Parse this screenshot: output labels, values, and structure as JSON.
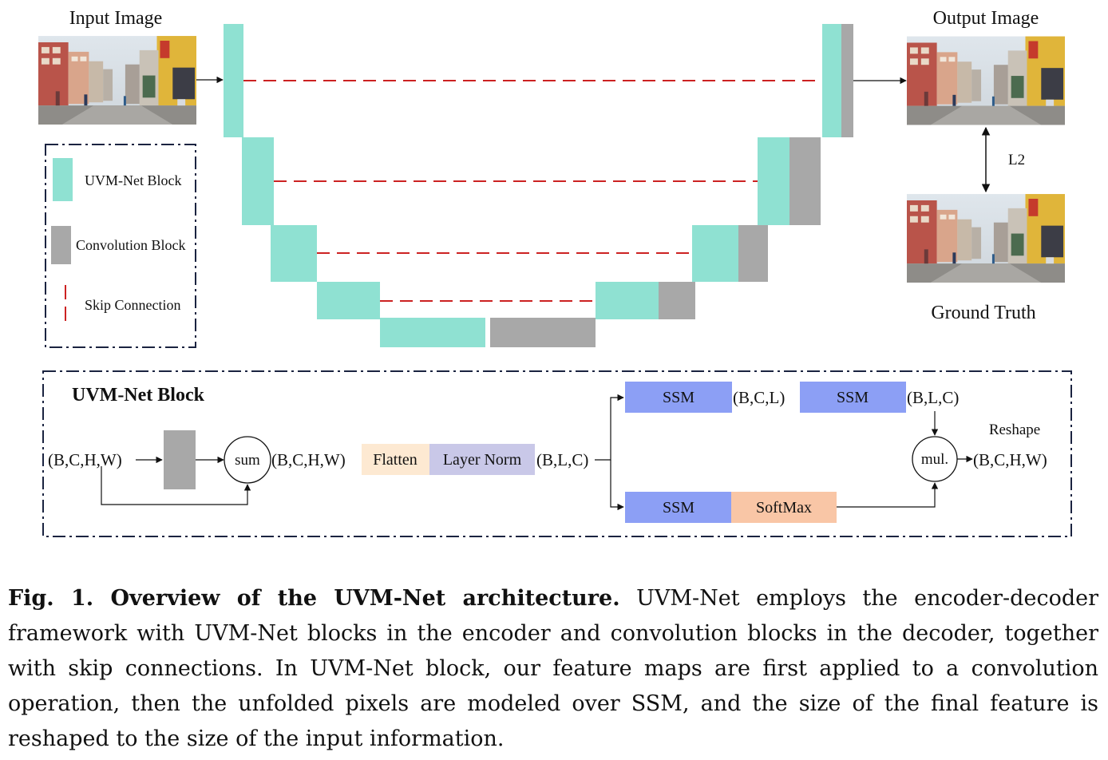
{
  "colors": {
    "uvm_block": "#8fe1d2",
    "conv_block": "#a8a8a8",
    "skip": "#cc2222",
    "ssm": "#8c9ff5",
    "softmax": "#f9c6a6",
    "flatten": "#fde9d2",
    "layernorm": "#c9c8e8",
    "border": "#1a2340"
  },
  "top": {
    "input_label": "Input Image",
    "output_label": "Output Image",
    "ground_truth_label": "Ground Truth",
    "loss_label": "L2"
  },
  "legend": {
    "items": [
      {
        "label": "UVM-Net Block",
        "icon": "teal-square"
      },
      {
        "label": "Convolution Block",
        "icon": "gray-square"
      },
      {
        "label": "Skip Connection",
        "icon": "red-dashed-line"
      }
    ]
  },
  "block": {
    "title": "UVM-Net Block",
    "input_shape": "(B,C,H,W)",
    "sum_label": "sum",
    "shape_after_sum": "(B,C,H,W)",
    "flatten_label": "Flatten",
    "layernorm_label": "Layer Norm",
    "shape_after_norm": "(B,L,C)",
    "ssm_label": "SSM",
    "shape_mid": "(B,C,L)",
    "shape_after_ssm2": "(B,L,C)",
    "softmax_label": "SoftMax",
    "mul_label": "mul.",
    "reshape_label": "Reshape",
    "output_shape": "(B,C,H,W)"
  },
  "caption": {
    "lead": "Fig. 1. Overview of the UVM-Net architecture.",
    "body": "UVM-Net employs the encoder-decoder framework with UVM-Net blocks in the encoder and convolution blocks in the decoder, together with skip connections. In UVM-Net block, our feature maps are first applied to a convolution operation, then the unfolded pixels are modeled over SSM, and the size of the final feature is reshaped to the size of the input information."
  }
}
